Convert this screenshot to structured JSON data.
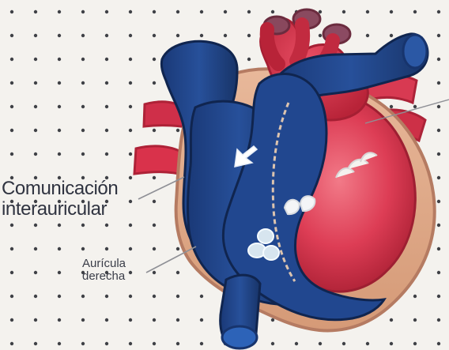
{
  "labels": {
    "communication_line1": "Comunicación",
    "communication_line2": "interauricular",
    "atrium_line1": "Aurícula",
    "atrium_line2": "derecha"
  }
}
